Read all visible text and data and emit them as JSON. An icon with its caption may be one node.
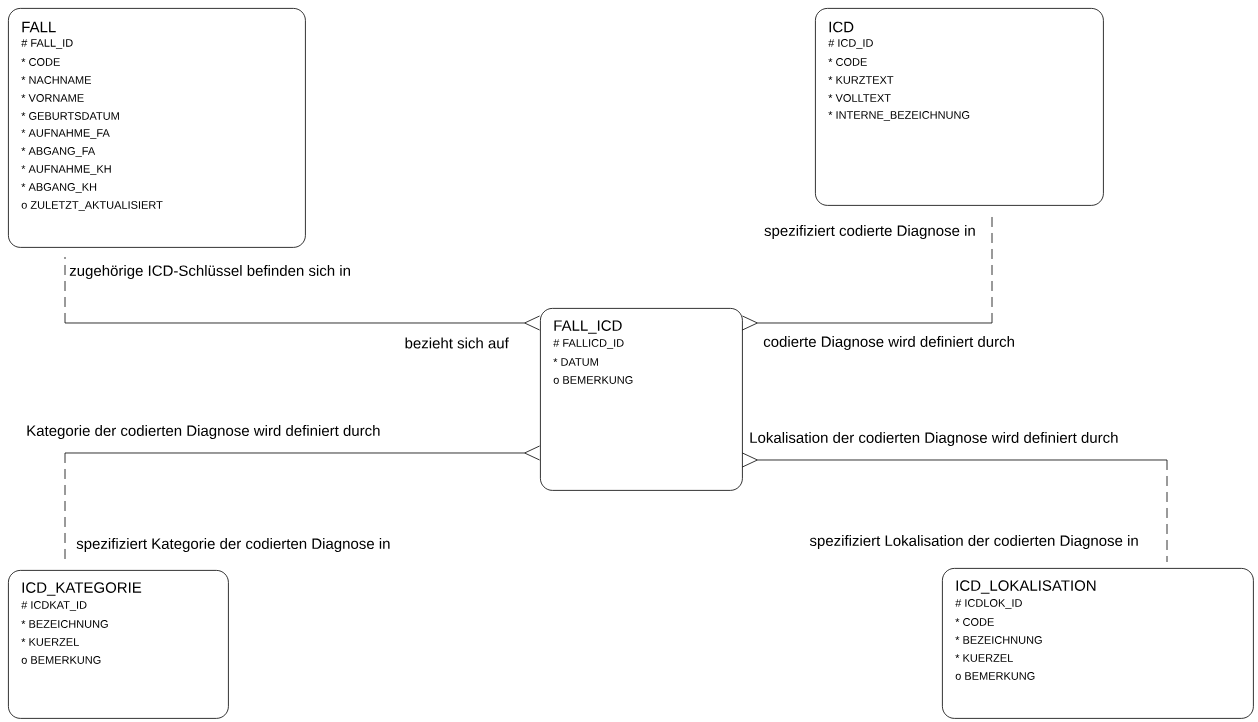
{
  "diagram": {
    "nodes": [
      {
        "text": [
          "FALL",
          "# FALL_ID",
          "* CODE",
          "* NACHNAME",
          "* VORNAME",
          "* GEBURTSDATUM",
          "* AUFNAHME_FA",
          "* ABGANG_FA",
          "* AUFNAHME_KH",
          "* ABGANG_KH",
          "o ZULETZT_AKTUALISIERT"
        ]
      },
      {
        "text": [
          "ICD",
          "# ICD_ID",
          "* CODE",
          "* KURZTEXT",
          "* VOLLTEXT",
          "* INTERNE_BEZEICHNUNG"
        ]
      },
      {
        "text": [
          "FALL_ICD",
          "# FALLICD_ID",
          "* DATUM",
          "o BEMERKUNG"
        ]
      },
      {
        "text": [
          "ICD_KATEGORIE",
          "# ICDKAT_ID",
          "* BEZEICHNUNG",
          "* KUERZEL",
          "o BEMERKUNG"
        ]
      },
      {
        "text": [
          "ICD_LOKALISATION",
          "# ICDLOK_ID",
          "* CODE",
          "* BEZEICHNUNG",
          "* KUERZEL",
          "o BEMERKUNG"
        ]
      }
    ],
    "edges": [
      {
        "from": 0,
        "to": 2,
        "arrow": "other",
        "label": "bezieht sich auf"
      },
      {
        "from": 1,
        "to": 2,
        "arrow": "other",
        "label": "codierte Diagnose wird definiert durch"
      },
      {
        "from": 3,
        "to": 2,
        "arrow": "other",
        "label": "Kategorie der codierten Diagnose wird definiert durch"
      },
      {
        "from": 4,
        "to": 2,
        "arrow": "other",
        "label": "Lokalisation der codierten Diagnose wird definiert durch"
      }
    ],
    "labels": [
      "zugehörige ICD-Schlüssel befinden sich in",
      "spezifiziert codierte Diagnose in",
      "spezifiziert Kategorie der codierten Diagnose in",
      "spezifiziert Lokalisation der codierten Diagnose in"
    ]
  }
}
